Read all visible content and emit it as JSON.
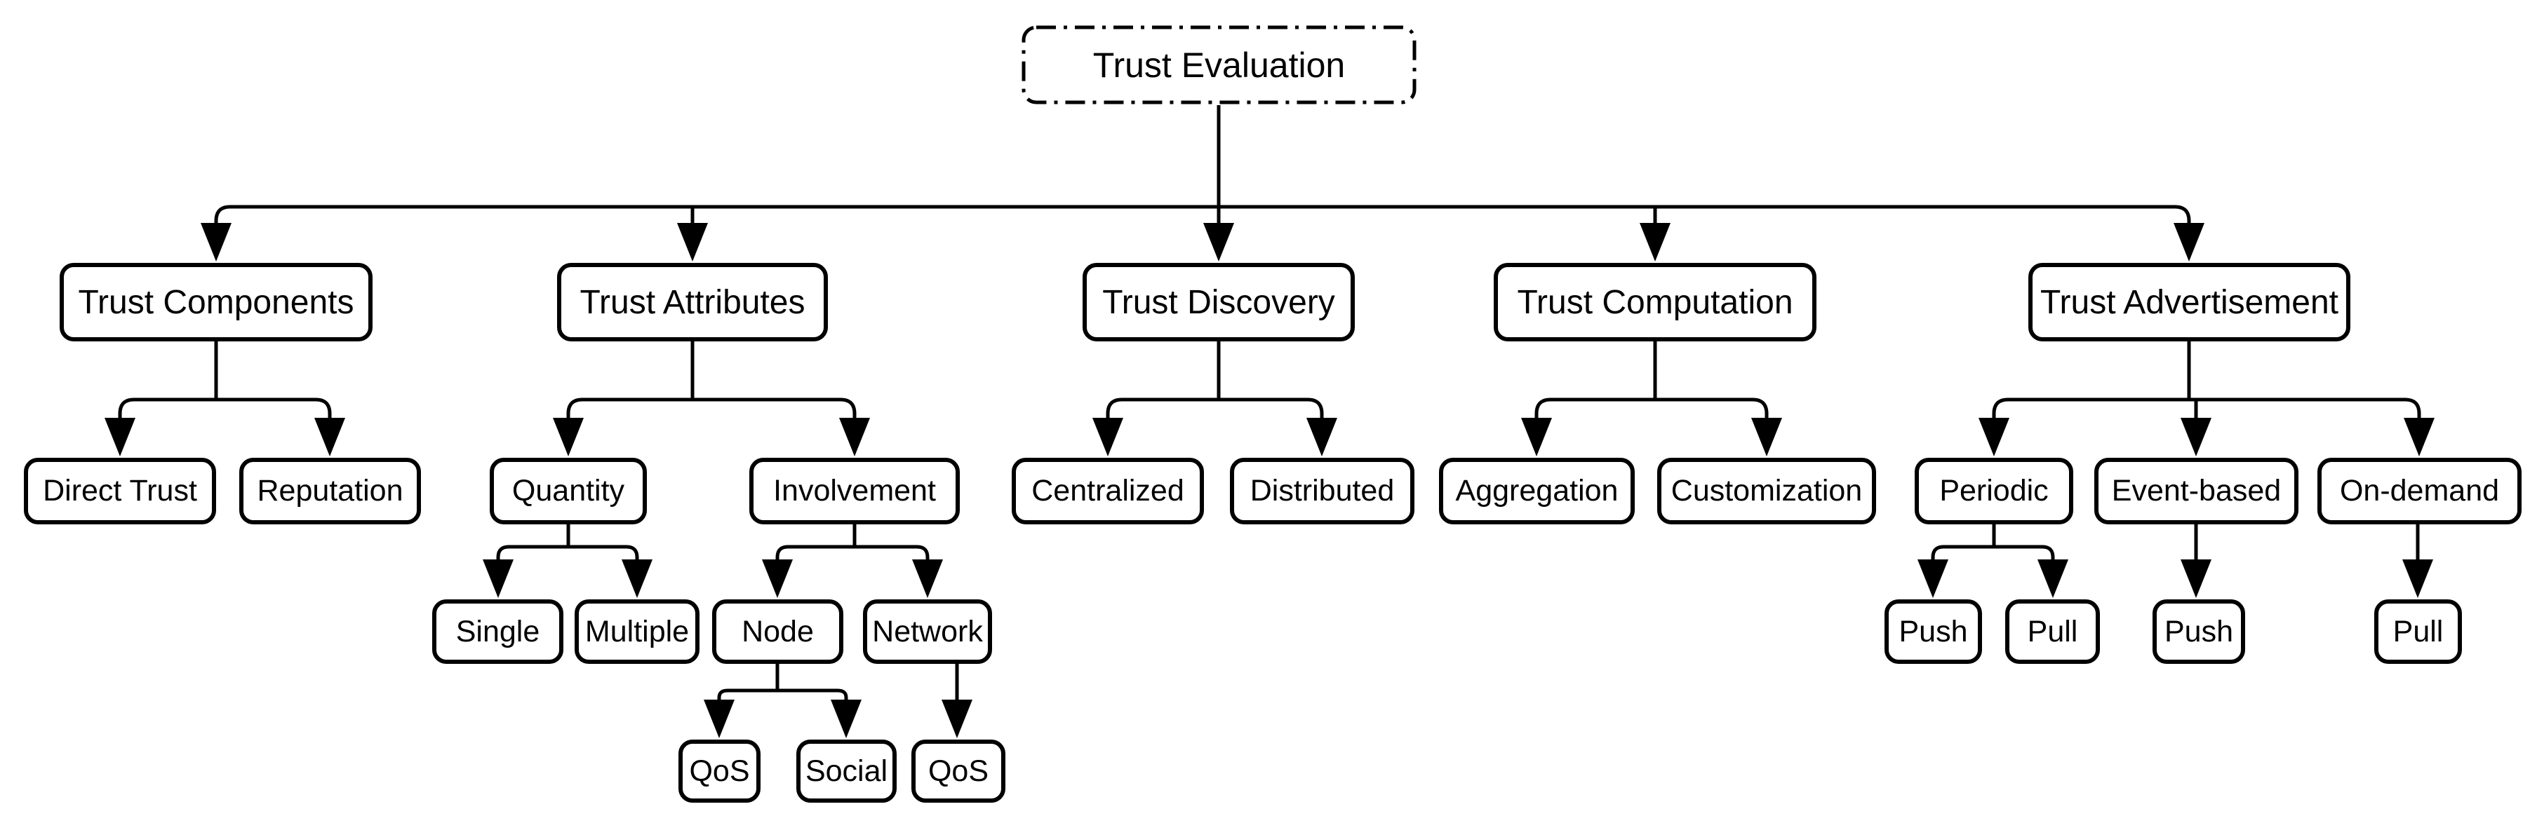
{
  "style": {
    "stroke_color": "#000000",
    "box_fill": "#ffffff",
    "text_color": "#000000",
    "root_border_style": "dash-dot"
  },
  "nodes": {
    "trust_evaluation": {
      "label": "Trust Evaluation"
    },
    "trust_components": {
      "label": "Trust Components"
    },
    "trust_attributes": {
      "label": "Trust Attributes"
    },
    "trust_discovery": {
      "label": "Trust Discovery"
    },
    "trust_computation": {
      "label": "Trust Computation"
    },
    "trust_advertisement": {
      "label": "Trust Advertisement"
    },
    "direct_trust": {
      "label": "Direct Trust"
    },
    "reputation": {
      "label": "Reputation"
    },
    "quantity": {
      "label": "Quantity"
    },
    "involvement": {
      "label": "Involvement"
    },
    "centralized": {
      "label": "Centralized"
    },
    "distributed": {
      "label": "Distributed"
    },
    "aggregation": {
      "label": "Aggregation"
    },
    "customization": {
      "label": "Customization"
    },
    "periodic": {
      "label": "Periodic"
    },
    "event_based": {
      "label": "Event-based"
    },
    "on_demand": {
      "label": "On-demand"
    },
    "single": {
      "label": "Single"
    },
    "multiple": {
      "label": "Multiple"
    },
    "node": {
      "label": "Node"
    },
    "network": {
      "label": "Network"
    },
    "push_periodic": {
      "label": "Push"
    },
    "pull_periodic": {
      "label": "Pull"
    },
    "push_event": {
      "label": "Push"
    },
    "pull_on_demand": {
      "label": "Pull"
    },
    "qos_node": {
      "label": "QoS"
    },
    "social": {
      "label": "Social"
    },
    "qos_network": {
      "label": "QoS"
    }
  },
  "edges": [
    {
      "from": "Trust Evaluation",
      "to": "Trust Components"
    },
    {
      "from": "Trust Evaluation",
      "to": "Trust Attributes"
    },
    {
      "from": "Trust Evaluation",
      "to": "Trust Discovery"
    },
    {
      "from": "Trust Evaluation",
      "to": "Trust Computation"
    },
    {
      "from": "Trust Evaluation",
      "to": "Trust Advertisement"
    },
    {
      "from": "Trust Components",
      "to": "Direct Trust"
    },
    {
      "from": "Trust Components",
      "to": "Reputation"
    },
    {
      "from": "Trust Attributes",
      "to": "Quantity"
    },
    {
      "from": "Trust Attributes",
      "to": "Involvement"
    },
    {
      "from": "Quantity",
      "to": "Single"
    },
    {
      "from": "Quantity",
      "to": "Multiple"
    },
    {
      "from": "Involvement",
      "to": "Node"
    },
    {
      "from": "Involvement",
      "to": "Network"
    },
    {
      "from": "Node",
      "to": "QoS"
    },
    {
      "from": "Node",
      "to": "Social"
    },
    {
      "from": "Network",
      "to": "QoS"
    },
    {
      "from": "Trust Discovery",
      "to": "Centralized"
    },
    {
      "from": "Trust Discovery",
      "to": "Distributed"
    },
    {
      "from": "Trust Computation",
      "to": "Aggregation"
    },
    {
      "from": "Trust Computation",
      "to": "Customization"
    },
    {
      "from": "Trust Advertisement",
      "to": "Periodic"
    },
    {
      "from": "Trust Advertisement",
      "to": "Event-based"
    },
    {
      "from": "Trust Advertisement",
      "to": "On-demand"
    },
    {
      "from": "Periodic",
      "to": "Push"
    },
    {
      "from": "Periodic",
      "to": "Pull"
    },
    {
      "from": "Event-based",
      "to": "Push"
    },
    {
      "from": "On-demand",
      "to": "Pull"
    }
  ]
}
